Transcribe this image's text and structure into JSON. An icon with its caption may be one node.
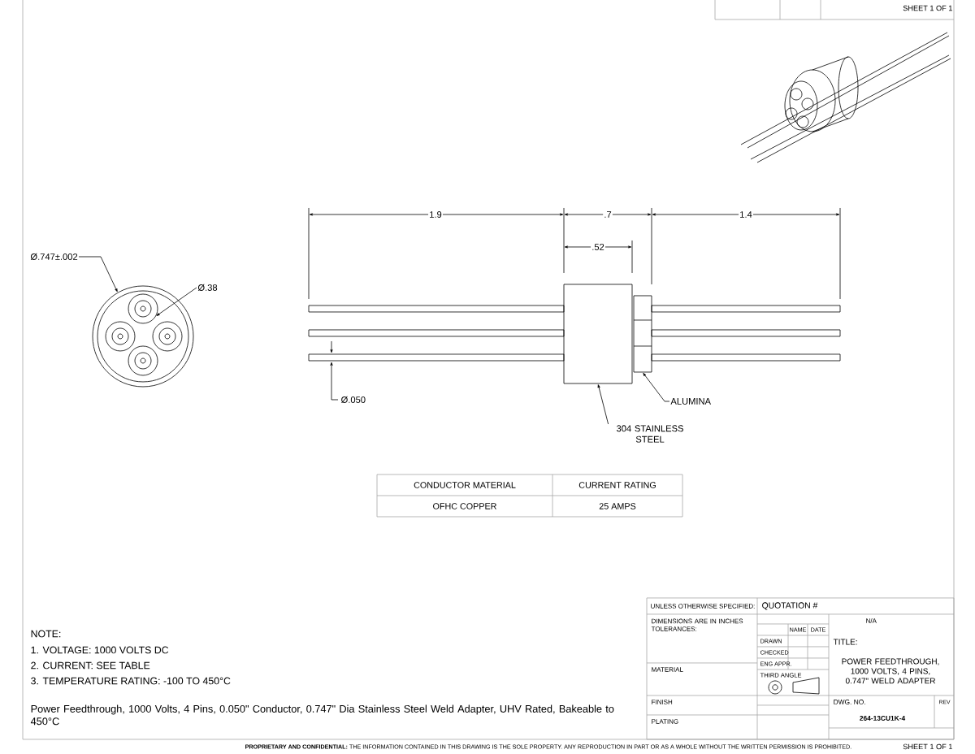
{
  "diagram": {
    "nodes": [
      {
        "text": [
          "Ø.747±.002"
        ]
      },
      {
        "text": [],
        "shape": "circle"
      },
      {
        "text": [
          "Ø.38"
        ]
      },
      {
        "text": [],
        "shape": "circle",
        "in": 1
      },
      {
        "text": [],
        "shape": "box"
      },
      {
        "text": [],
        "shape": "box"
      },
      {
        "text": [
          "ALUMINA"
        ]
      },
      {
        "text": [
          "304 STAINLESS STEEL"
        ]
      }
    ],
    "edges": [
      {
        "from": 0,
        "to": 1,
        "arrow": "to"
      },
      {
        "from": 2,
        "to": 3,
        "arrow": "to"
      },
      {
        "from": 6,
        "to": 5,
        "arrow": "to"
      },
      {
        "from": 7,
        "to": 4,
        "arrow": "to"
      }
    ],
    "labels": [
      "SHEET 1 OF 1",
      "1.9",
      ".7",
      "1.4",
      ".52",
      "Ø.050",
      "CONDUCTOR MATERIAL",
      "CURRENT RATING",
      "OFHC COPPER",
      "25 AMPS",
      "NOTE:",
      "1.  VOLTAGE:  1000 VOLTS DC",
      "2.  CURRENT: SEE TABLE",
      "3.  TEMPERATURE  RATING:  -100 TO 450°C",
      "UNLESS OTHERWISE SPECIFIED:",
      "QUOTATION #",
      "N/A",
      "DIMENSIONS ARE IN INCHES TOLERANCES:",
      "NAME",
      "DATE",
      "DRAWN",
      "CHECKED",
      "ENG APPR.",
      "TITLE:",
      "THIRD ANGLE",
      "MATERIAL",
      "POWER FEEDTHROUGH, 1000 VOLTS, 4 PINS, 0.747\" WELD ADAPTER",
      "FINISH",
      "PLATING",
      "DWG. NO.",
      "264-13CU1K-4",
      "REV",
      "Power Feedthrough, 1000 Volts, 4 Pins, 0.050\" Conductor, 0.747\" Dia Stainless Steel Weld Adapter, UHV Rated, Bakeable to 450°C",
      "**PROPRIETARY AND CONFIDENTIAL:** THE INFORMATION CONTAINED IN THIS DRAWING IS THE SOLE PROPERTY. ANY REPRODUCTION IN PART OR AS A WHOLE WITHOUT THE WRITTEN PERMISSION IS PROHIBITED.",
      "SHEET 1 OF 1"
    ]
  }
}
